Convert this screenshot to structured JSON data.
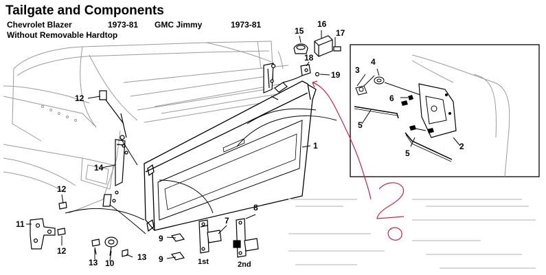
{
  "header": {
    "title": "Tailgate and Components",
    "make1": "Chevrolet Blazer",
    "years1": "1973-81",
    "make2": "GMC Jimmy",
    "years2": "1973-81",
    "note": "Without Removable Hardtop"
  },
  "callouts": {
    "c1": "1",
    "c2": "2",
    "c3": "3",
    "c4": "4",
    "c5a": "5",
    "c5b": "5",
    "c6": "6",
    "c7": "7",
    "c8": "8",
    "c9a": "9",
    "c9b": "9",
    "c10": "10",
    "c11": "11",
    "c12a": "12",
    "c12b": "12",
    "c12c": "12",
    "c13a": "13",
    "c13b": "13",
    "c14": "14",
    "c15": "15",
    "c16": "16",
    "c17": "17",
    "c18": "18",
    "c19": "19"
  },
  "sublabels": {
    "first": "1st",
    "second": "2nd"
  },
  "handwriting": {
    "text": "2 o",
    "color": "#cc2244"
  },
  "colors": {
    "line": "#000000",
    "light": "#9a9a9a",
    "annotation": "#cc2244"
  }
}
